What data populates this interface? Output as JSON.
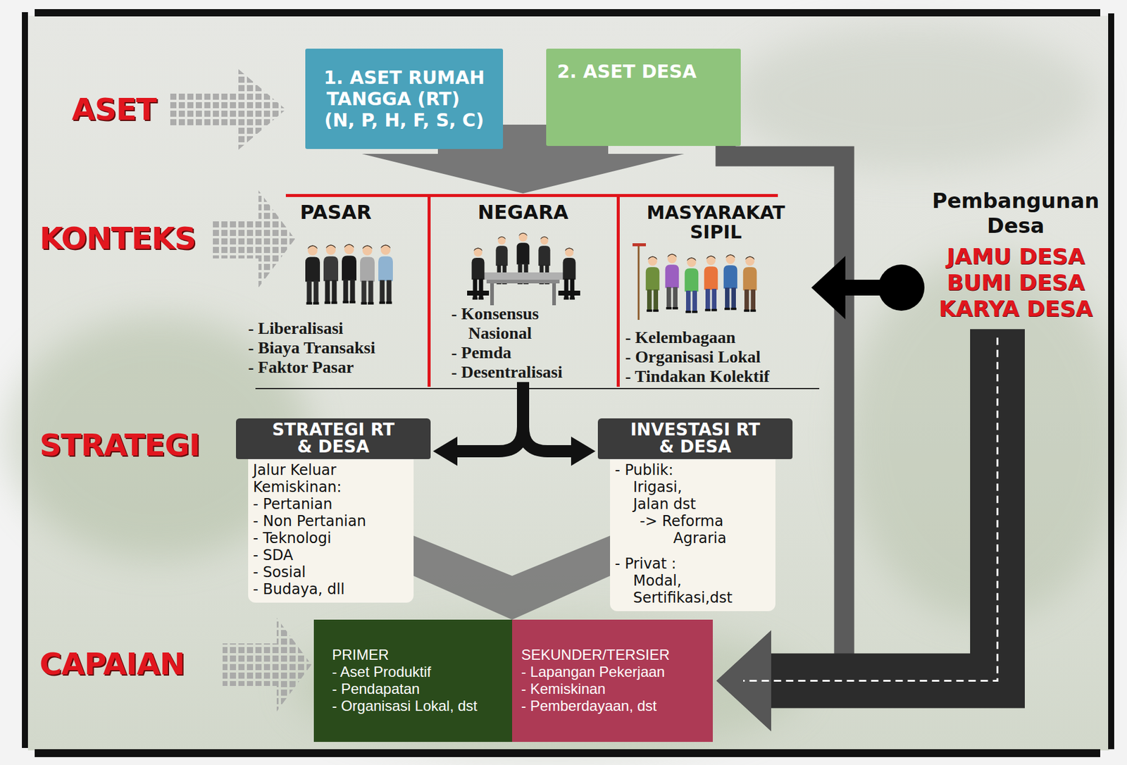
{
  "diagram": {
    "nodes": [
      {
        "text": [
          "1. ASET RUMAH TANGGA (RT) (N, P, H, F, S, C)"
        ]
      },
      {
        "text": [
          "2. ASET DESA"
        ]
      },
      {
        "text": [
          "PASAR",
          "- Liberalisasi",
          "- Biaya Transaksi",
          "- Faktor Pasar"
        ]
      },
      {
        "text": [
          "NEGARA",
          "- Konsensus Nasional",
          "- Pemda",
          "- Desentralisasi"
        ]
      },
      {
        "text": [
          "MASYARAKAT SIPIL",
          "- Kelembagaan",
          "- Organisasi Lokal",
          "- Tindakan Kolektif"
        ]
      },
      {
        "text": [
          "Pembangunan Desa",
          "JAMU DESA BUMI DESA KARYA DESA"
        ]
      },
      {
        "text": [
          "STRATEGI RT & DESA",
          "Jalur Keluar Kemiskinan:",
          "- Pertanian",
          "- Non Pertanian",
          "- Teknologi",
          "- SDA",
          "- Sosial",
          "- Budaya, dll"
        ]
      },
      {
        "text": [
          "INVESTASI RT & DESA",
          "- Publik: Irigasi, Jalan dst",
          "-> Reforma Agraria",
          "- Privat : Modal, Sertifikasi,dst"
        ]
      },
      {
        "text": [
          "PRIMER",
          "- Aset Produktif",
          "- Pendapatan",
          "- Organisasi Lokal, dst"
        ]
      },
      {
        "text": [
          "SEKUNDER/TERSIER",
          "- Lapangan Pekerjaan",
          "- Kemiskinan",
          "- Pemberdayaan, dst"
        ]
      }
    ],
    "edges": [
      {
        "from": 0,
        "to": 3,
        "arrow": "to"
      },
      {
        "from": 1,
        "to": 9,
        "arrow": "to"
      },
      {
        "from": 5,
        "to": 4,
        "arrow": "to"
      },
      {
        "from": 5,
        "to": 9,
        "arrow": "to"
      },
      {
        "from": 3,
        "to": 6,
        "arrow": "to"
      },
      {
        "from": 3,
        "to": 7,
        "arrow": "to"
      },
      {
        "from": 6,
        "to": 8,
        "arrow": "to"
      },
      {
        "from": 7,
        "to": 9,
        "arrow": "to"
      }
    ],
    "labels": [
      "ASET",
      "KONTEKS",
      "STRATEGI",
      "CAPAIAN"
    ]
  }
}
